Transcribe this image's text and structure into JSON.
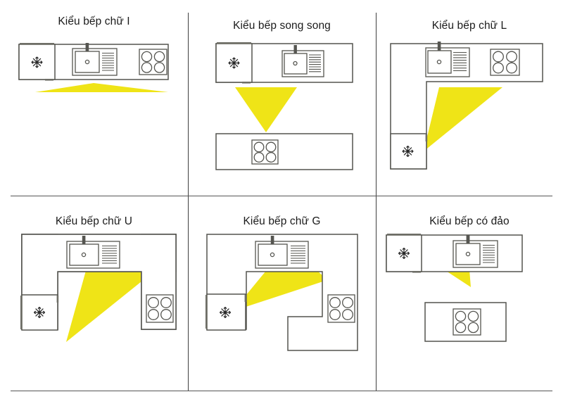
{
  "figure": {
    "title_i": "Kiểu bếp chữ I",
    "title_parallel": "Kiểu bếp song song",
    "title_l": "Kiểu bếp chữ L",
    "title_u": "Kiểu bếp chữ U",
    "title_g": "Kiểu bếp chữ G",
    "title_island": "Kiểu bếp có đảo",
    "accent_yellow": "#EFE417",
    "line_color": "#54544F",
    "divider_color": "#555555",
    "background": "#FFFFFF"
  },
  "panels": [
    {
      "id": "kitchen-layout-i",
      "label": "Kiểu bếp chữ I",
      "shape": "single-wall",
      "work_triangle": "flat",
      "fixtures": [
        {
          "name": "refrigerator",
          "icon": "snowflake-icon"
        },
        {
          "name": "sink",
          "icon": "sink-icon"
        },
        {
          "name": "cooktop",
          "icon": "cooktop-4-burner-icon"
        }
      ]
    },
    {
      "id": "kitchen-layout-parallel",
      "label": "Kiểu bếp song song",
      "shape": "galley",
      "work_triangle": "downward",
      "fixtures": [
        {
          "name": "refrigerator",
          "icon": "snowflake-icon"
        },
        {
          "name": "sink",
          "icon": "sink-icon"
        },
        {
          "name": "cooktop",
          "icon": "cooktop-4-burner-icon"
        }
      ]
    },
    {
      "id": "kitchen-layout-l",
      "label": "Kiểu bếp chữ L",
      "shape": "l-shaped",
      "work_triangle": "diagonal",
      "fixtures": [
        {
          "name": "refrigerator",
          "icon": "snowflake-icon"
        },
        {
          "name": "sink",
          "icon": "sink-icon"
        },
        {
          "name": "cooktop",
          "icon": "cooktop-4-burner-icon"
        }
      ]
    },
    {
      "id": "kitchen-layout-u",
      "label": "Kiểu bếp chữ U",
      "shape": "u-shaped",
      "work_triangle": "wide",
      "fixtures": [
        {
          "name": "refrigerator",
          "icon": "snowflake-icon"
        },
        {
          "name": "sink",
          "icon": "sink-icon"
        },
        {
          "name": "cooktop",
          "icon": "cooktop-4-burner-icon"
        }
      ]
    },
    {
      "id": "kitchen-layout-g",
      "label": "Kiểu bếp chữ G",
      "shape": "g-shaped",
      "work_triangle": "wide",
      "fixtures": [
        {
          "name": "refrigerator",
          "icon": "snowflake-icon"
        },
        {
          "name": "sink",
          "icon": "sink-icon"
        },
        {
          "name": "cooktop",
          "icon": "cooktop-4-burner-icon"
        }
      ]
    },
    {
      "id": "kitchen-layout-island",
      "label": "Kiểu bếp có đảo",
      "shape": "island",
      "work_triangle": "downward",
      "fixtures": [
        {
          "name": "refrigerator",
          "icon": "snowflake-icon"
        },
        {
          "name": "sink",
          "icon": "sink-icon"
        },
        {
          "name": "cooktop",
          "icon": "cooktop-4-burner-icon"
        }
      ]
    }
  ]
}
